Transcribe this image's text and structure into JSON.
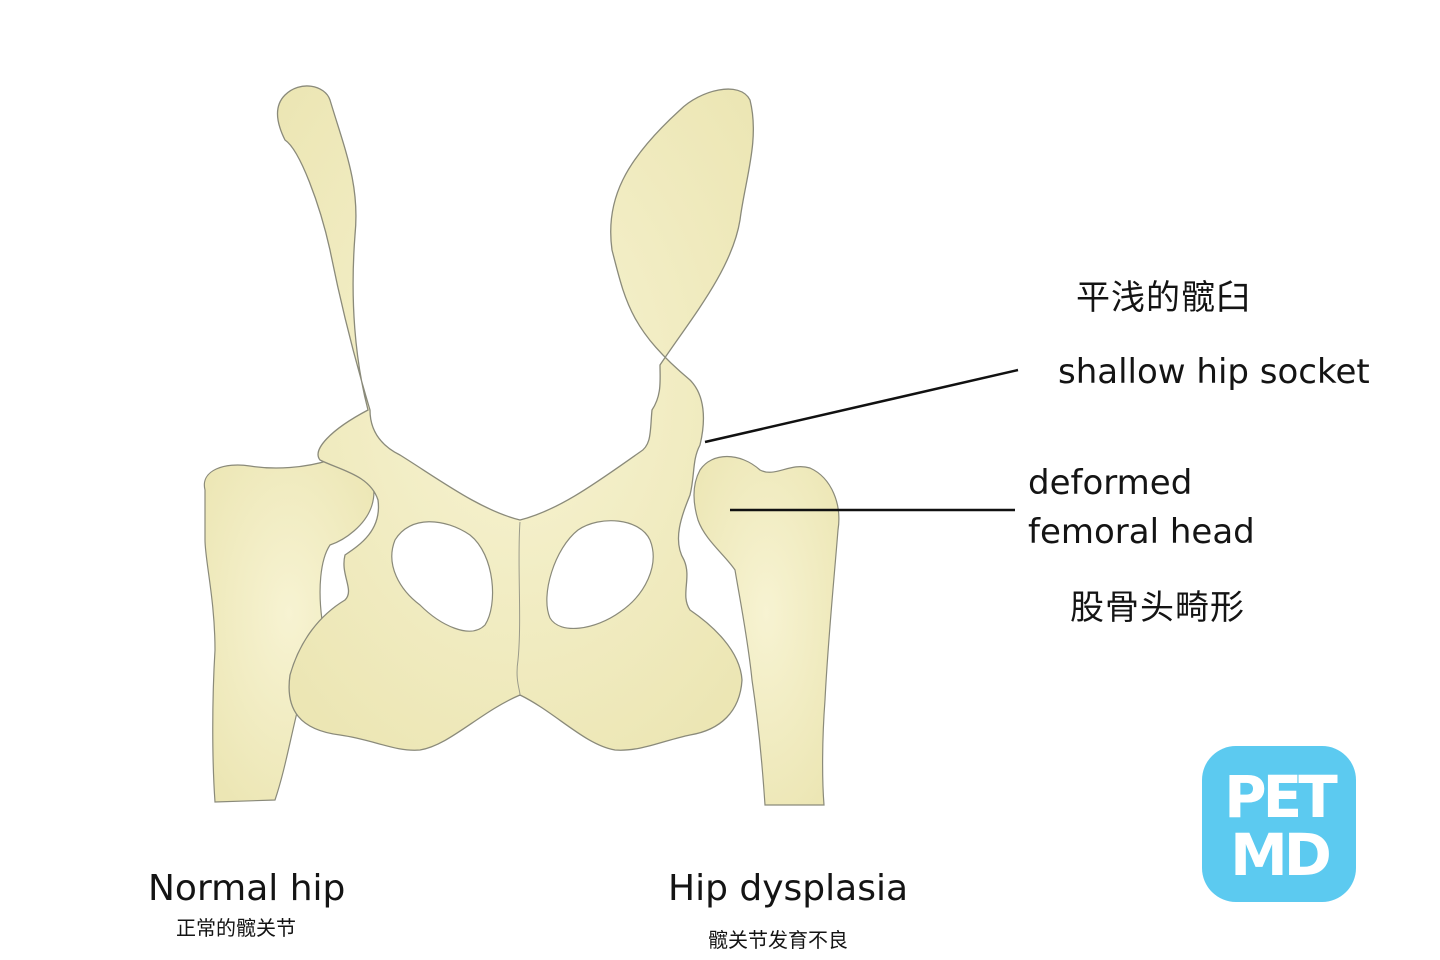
{
  "labels": {
    "shallow_cn": "平浅的髋臼",
    "shallow_en": "shallow hip socket",
    "deformed_en_line1": "deformed",
    "deformed_en_line2": "femoral head",
    "deformed_cn": "股骨头畸形",
    "normal_en": "Normal hip",
    "normal_cn": "正常的髋关节",
    "dysplasia_en": "Hip dysplasia",
    "dysplasia_cn": "髋关节发育不良"
  },
  "logo": {
    "line1": "PET",
    "line2": "MD",
    "color": "#5ccaf0"
  },
  "colors": {
    "bone": "#f4efc4",
    "bone_outline": "#8a8a7a",
    "leader": "#111111"
  }
}
